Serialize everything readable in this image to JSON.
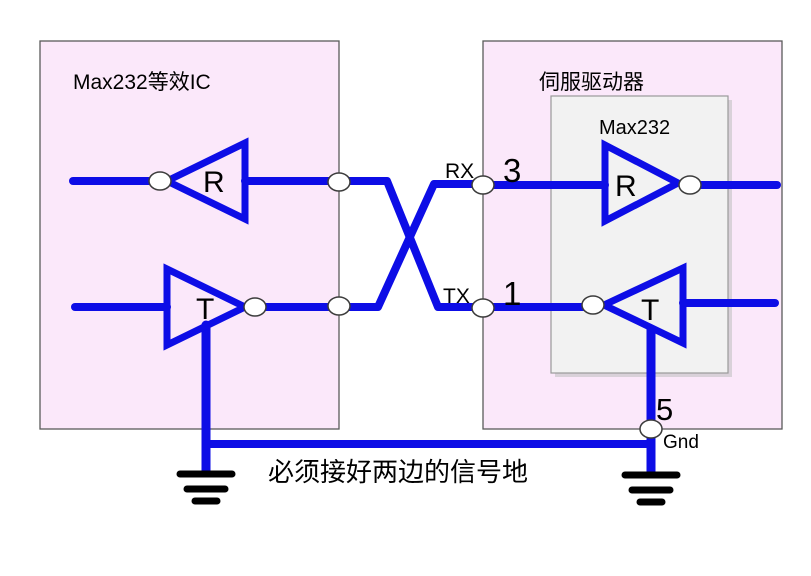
{
  "diagram": {
    "left_box": {
      "label": "Max232等效IC",
      "receiver": "R",
      "transmitter": "T"
    },
    "right_box": {
      "label": "伺服驱动器",
      "chip": {
        "label": "Max232",
        "receiver": "R",
        "transmitter": "T"
      }
    },
    "signals": {
      "rx": {
        "label": "RX",
        "pin": "3"
      },
      "tx": {
        "label": "TX",
        "pin": "1"
      },
      "gnd": {
        "pin": "5",
        "label": "Gnd"
      }
    },
    "note": "必须接好两边的信号地",
    "colors": {
      "wire": "#0d0de6",
      "box_fill": "#fbe8fa",
      "box_border": "#5a5a5a",
      "chip_fill": "#f2f2f2",
      "chip_border": "#9a9a9a",
      "text": "#000000",
      "ground": "#000000",
      "background": "#ffffff"
    }
  }
}
